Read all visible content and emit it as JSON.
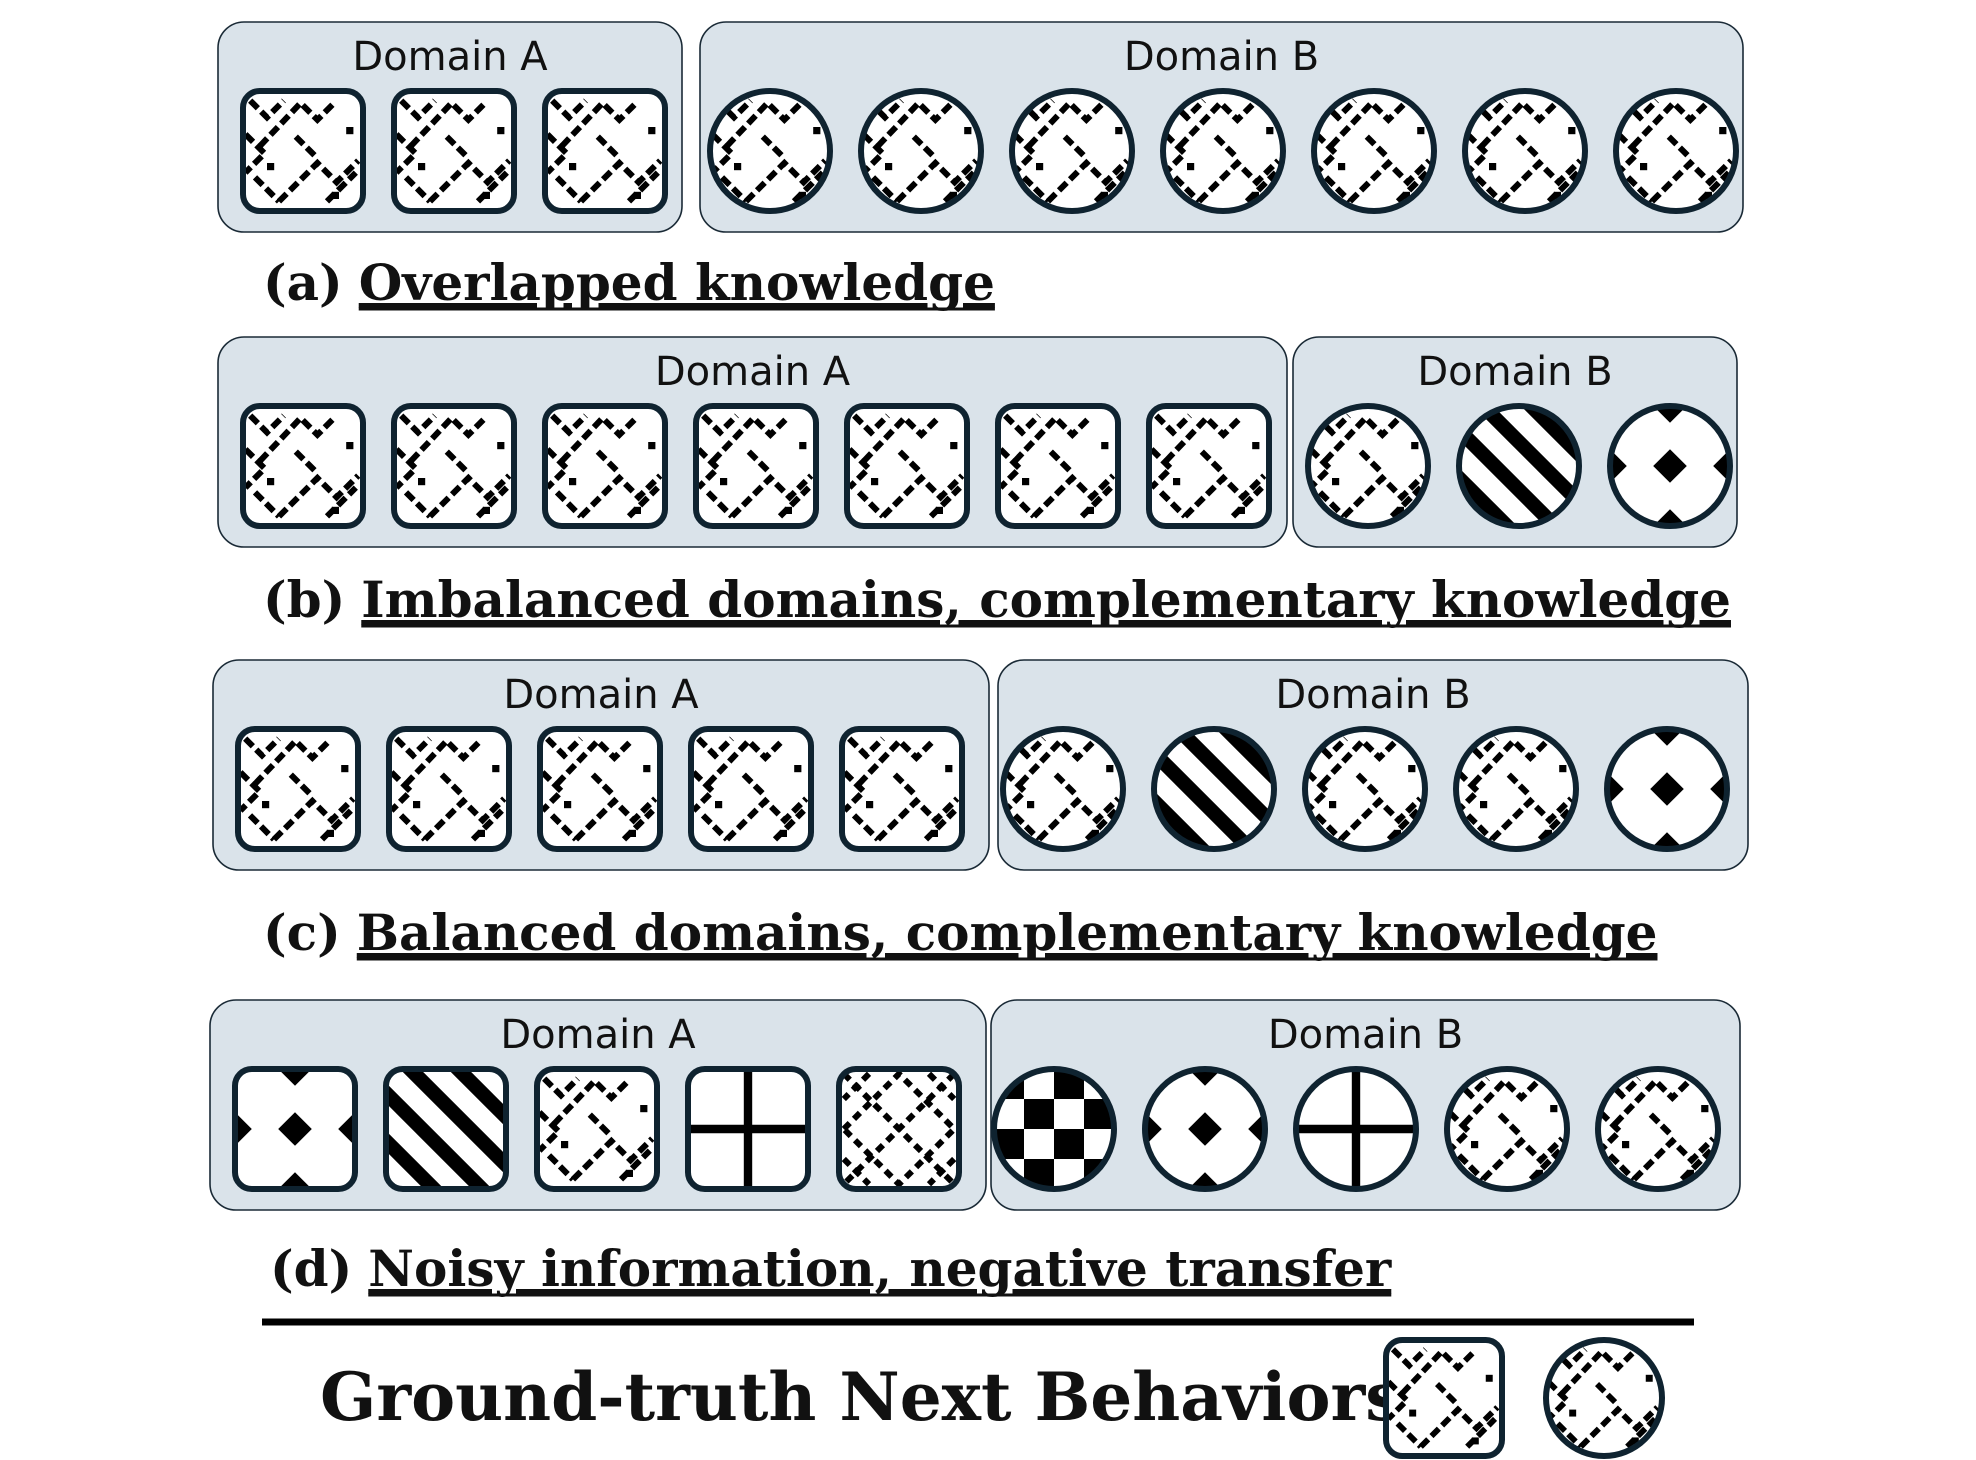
{
  "colors": {
    "panel_fill": "#dae3ea",
    "panel_stroke": "#1a2a36",
    "tile_stroke": "#0f2330",
    "tile_fill": "#ffffff",
    "ink": "#000000"
  },
  "legend": {
    "pattern_names": [
      "sparse-diagonal",
      "diagonal-stripes",
      "diamond-dots",
      "grid-cross",
      "checkerboard",
      "sparse-x"
    ]
  },
  "rows": [
    {
      "id": "a",
      "caption_prefix": "(a)",
      "caption_text": "Overlapped knowledge",
      "panels": [
        {
          "label": "Domain A",
          "shape": "square",
          "items": [
            "sparse-diagonal",
            "sparse-diagonal",
            "sparse-diagonal"
          ]
        },
        {
          "label": "Domain B",
          "shape": "circle",
          "items": [
            "sparse-diagonal",
            "sparse-diagonal",
            "sparse-diagonal",
            "sparse-diagonal",
            "sparse-diagonal",
            "sparse-diagonal",
            "sparse-diagonal"
          ]
        }
      ]
    },
    {
      "id": "b",
      "caption_prefix": "(b)",
      "caption_text": "Imbalanced domains, complementary knowledge",
      "panels": [
        {
          "label": "Domain A",
          "shape": "square",
          "items": [
            "sparse-diagonal",
            "sparse-diagonal",
            "sparse-diagonal",
            "sparse-diagonal",
            "sparse-diagonal",
            "sparse-diagonal",
            "sparse-diagonal"
          ]
        },
        {
          "label": "Domain B",
          "shape": "circle",
          "items": [
            "sparse-diagonal",
            "diagonal-stripes",
            "diamond-dots"
          ]
        }
      ]
    },
    {
      "id": "c",
      "caption_prefix": "(c)",
      "caption_text": "Balanced domains, complementary knowledge",
      "panels": [
        {
          "label": "Domain A",
          "shape": "square",
          "items": [
            "sparse-diagonal",
            "sparse-diagonal",
            "sparse-diagonal",
            "sparse-diagonal",
            "sparse-diagonal"
          ]
        },
        {
          "label": "Domain B",
          "shape": "circle",
          "items": [
            "sparse-diagonal",
            "diagonal-stripes",
            "sparse-diagonal",
            "sparse-diagonal",
            "diamond-dots"
          ]
        }
      ]
    },
    {
      "id": "d",
      "caption_prefix": "(d)",
      "caption_text": "Noisy information, negative transfer",
      "panels": [
        {
          "label": "Domain A",
          "shape": "square",
          "items": [
            "diamond-dots",
            "diagonal-stripes",
            "sparse-diagonal",
            "grid-cross",
            "sparse-x"
          ]
        },
        {
          "label": "Domain B",
          "shape": "circle",
          "items": [
            "checkerboard",
            "diamond-dots",
            "grid-cross",
            "sparse-diagonal",
            "sparse-diagonal"
          ]
        }
      ]
    }
  ],
  "ground_truth": {
    "label": "Ground-truth Next Behaviors:",
    "items": [
      {
        "shape": "square",
        "pattern": "sparse-diagonal"
      },
      {
        "shape": "circle",
        "pattern": "sparse-diagonal"
      }
    ]
  }
}
